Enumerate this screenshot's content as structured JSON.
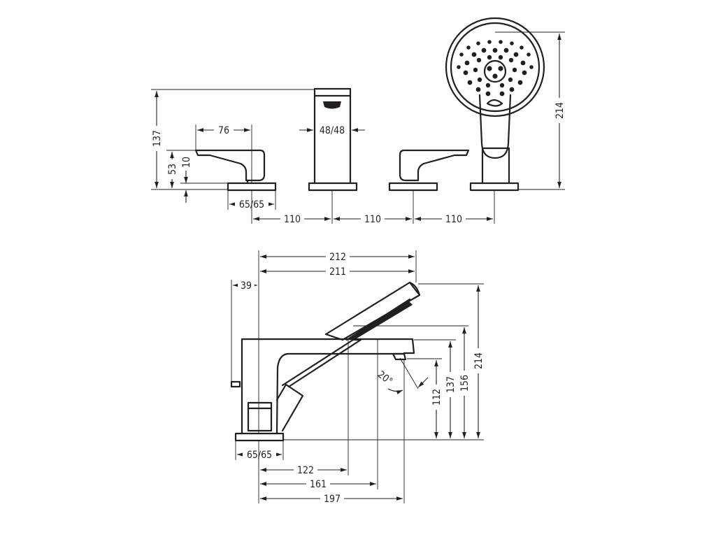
{
  "front_view": {
    "height_137": "137",
    "height_53": "53",
    "thickness_10": "10",
    "lever_depth_76": "76",
    "base_left_65": "65/65",
    "spout_48": "48/48",
    "spacing_1": "110",
    "spacing_2": "110",
    "spacing_3": "110",
    "shower_height_214": "214"
  },
  "side_view": {
    "width_212": "212",
    "width_211": "211",
    "offset_39": "39",
    "angle_20": "20°",
    "height_112": "112",
    "height_137": "137",
    "height_156": "156",
    "height_214": "214",
    "base_65": "65/65",
    "reach_122": "122",
    "reach_161": "161",
    "reach_197": "197"
  }
}
